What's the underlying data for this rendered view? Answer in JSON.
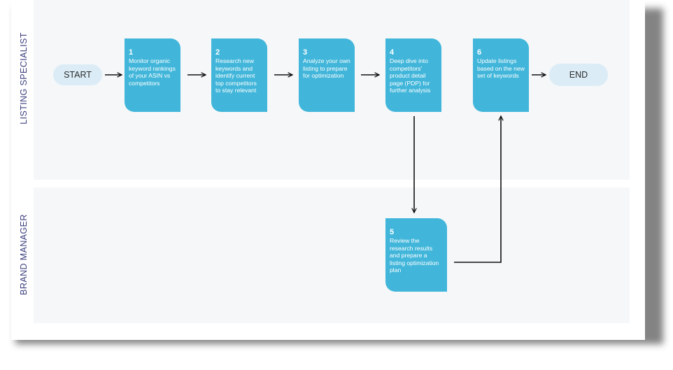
{
  "lanes": {
    "listing_specialist": "LISTING SPECIALIST",
    "brand_manager": "BRAND MANAGER"
  },
  "terminals": {
    "start": "START",
    "end": "END"
  },
  "steps": [
    {
      "num": "1",
      "text": "Monitor organic keyword rankings of your ASIN vs competitors"
    },
    {
      "num": "2",
      "text": "Research new keywords and identify current top competitors to stay relevant"
    },
    {
      "num": "3",
      "text": "Analyze your own listing to prepare for optimization"
    },
    {
      "num": "4",
      "text": "Deep dive into competitors' product detail page (PDP) for further analysis"
    },
    {
      "num": "5",
      "text": "Review the research results and prepare a listing optimization plan"
    },
    {
      "num": "6",
      "text": "Update listings based on the new set of keywords"
    }
  ],
  "colors": {
    "step_fill": "#41b6da",
    "terminal_fill": "#dcecf6",
    "lane_fill": "#f5f7f9",
    "lane_label": "#3b3f7e",
    "arrow": "#111111"
  }
}
